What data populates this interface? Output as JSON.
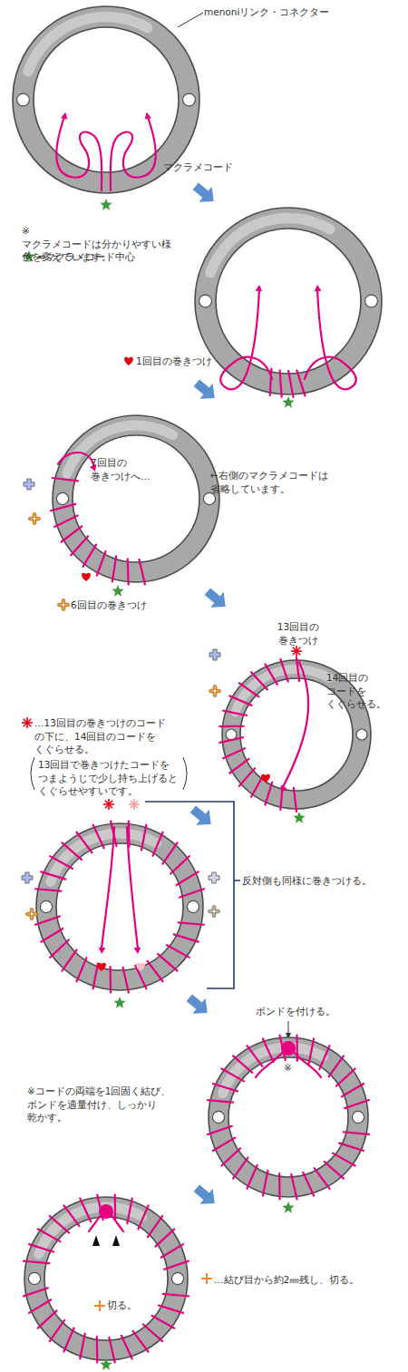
{
  "diagram": {
    "labels": [
      "menoniリンク・コネクター",
      "マクラメコード",
      "※マクラメコードは分かりやすい様 色を変えています。",
      "=マクラメコード中心",
      "1回目の巻きつけ",
      "7回目の 巻きつけへ…",
      "←右側のマクラメコードは 省略しています。",
      "6回目の巻きつけ",
      "13回目の 巻きつけ",
      "14回目の コードを くぐらせる。",
      "…13回目の巻きつけのコード の下に、14回目のコードを くぐらせる。",
      "13回目で巻きつけたコードを つまようじで少し持ち上げると くぐらせやすいです。",
      "反対側も同様に巻きつける。",
      "ボンドを付ける。",
      "※",
      "※コードの両端を1回固く結び、 ボンドを適量付け、しっかり 乾かす。",
      "切る。",
      "…結び目から約2㎜残し、切る。"
    ]
  }
}
